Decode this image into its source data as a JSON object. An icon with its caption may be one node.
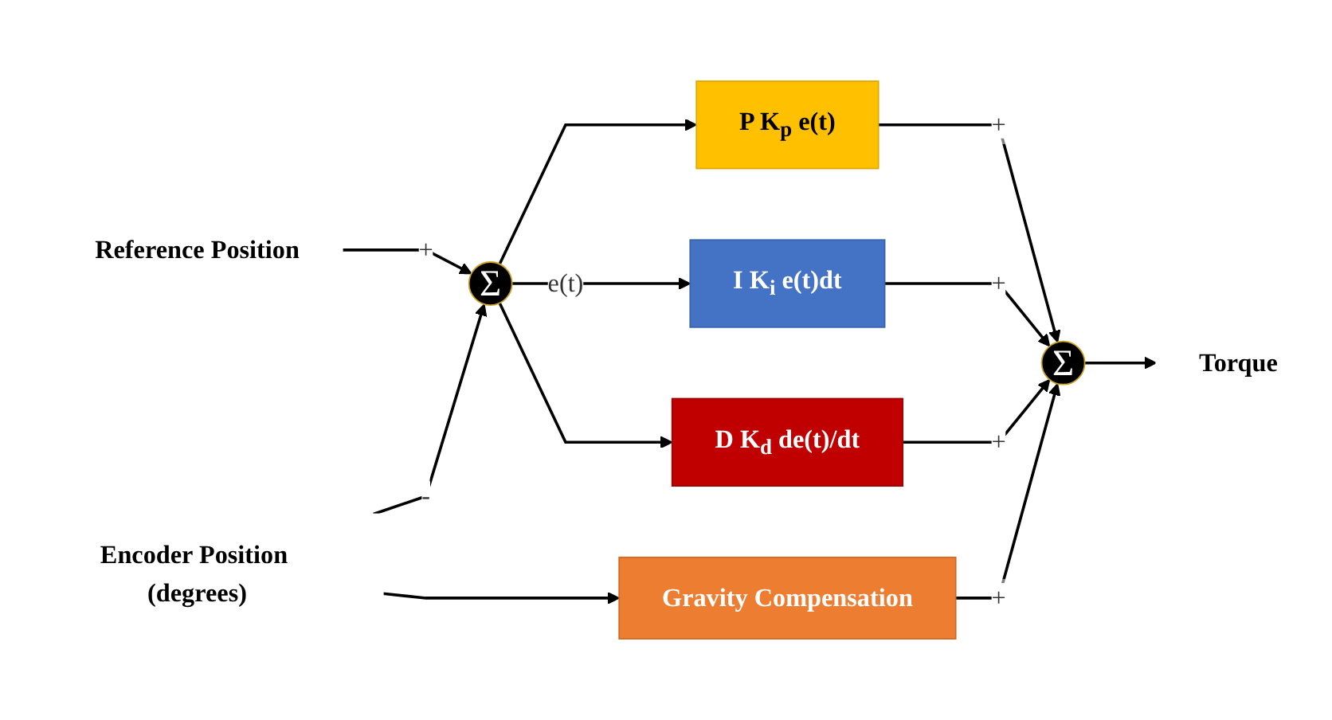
{
  "diagram": {
    "nodes": [
      {
        "text": [
          "Reference Position"
        ]
      },
      {
        "text": [
          "Σ"
        ]
      },
      {
        "text": [
          "P K$_{p}$ e(t)"
        ]
      },
      {
        "text": [
          "I K$_{i}$ e(t)dt"
        ]
      },
      {
        "text": [
          "D K$_{d}$ de(t)/dt"
        ]
      },
      {
        "text": [
          "Σ"
        ]
      },
      {
        "text": [
          "Torque"
        ]
      },
      {
        "text": [
          "Gravity Compensation"
        ]
      },
      {
        "text": [
          "Encoder Position (degrees)"
        ]
      }
    ],
    "edges": [
      {
        "from": 0,
        "to": 1,
        "arrow": "to",
        "label": "+"
      },
      {
        "from": 8,
        "to": 1,
        "arrow": "to",
        "label": "-"
      },
      {
        "from": 1,
        "to": 2,
        "arrow": "to"
      },
      {
        "from": 1,
        "to": 3,
        "arrow": "to",
        "label": "e(t)"
      },
      {
        "from": 1,
        "to": 4,
        "arrow": "to"
      },
      {
        "from": 2,
        "to": 5,
        "arrow": "to",
        "label": "+"
      },
      {
        "from": 3,
        "to": 5,
        "arrow": "to",
        "label": "+"
      },
      {
        "from": 4,
        "to": 5,
        "arrow": "to",
        "label": "+"
      },
      {
        "from": 7,
        "to": 5,
        "arrow": "to",
        "label": "+"
      },
      {
        "from": 5,
        "to": 6,
        "arrow": "to"
      },
      {
        "from": 8,
        "to": 7,
        "arrow": "to"
      }
    ]
  }
}
